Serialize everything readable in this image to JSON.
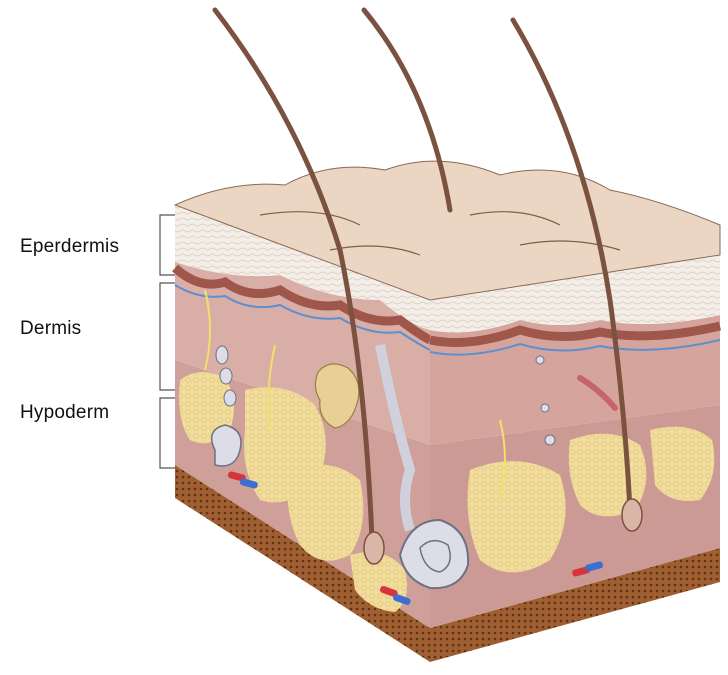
{
  "labels": {
    "epidermis": "Eperdermis",
    "dermis": "Dermis",
    "hypoderm": "Hypoderm"
  },
  "colors": {
    "skin_surface": "#ead7c3",
    "epidermis": "#f3ece6",
    "dermis": "#d7a9a1",
    "dermis_dark": "#9e5f55",
    "hypoderm": "#c99b96",
    "fat": "#f2dfa2",
    "hair": "#7b5240",
    "base": "#9a5a2f",
    "gland": "#dcdde6",
    "bracket": "#555555"
  },
  "icons": [
    "hair-shaft-icon",
    "sweat-gland-icon",
    "sebaceous-gland-icon",
    "blood-vessel-icon",
    "nerve-icon",
    "fat-lobule-icon"
  ]
}
